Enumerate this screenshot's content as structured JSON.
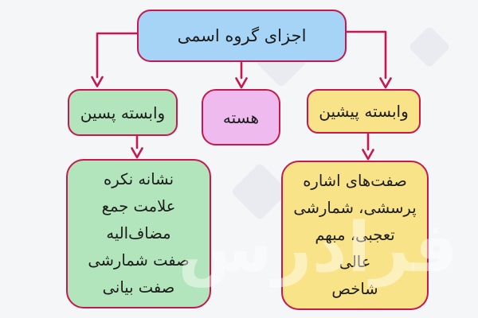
{
  "page": {
    "background_color": "#f5f6f8",
    "border_accent_color": "#c8174e",
    "text_color": "#1c1c1c"
  },
  "watermark": {
    "text": "فرادرس"
  },
  "diagram": {
    "type": "flowchart",
    "direction": "top-down",
    "language": "fa",
    "nodes": [
      {
        "id": "root",
        "label": "اجزای گروه اسمی",
        "fill": "#a5d4f7"
      },
      {
        "id": "postposed",
        "label": "وابسته پسین",
        "fill": "#b2e5bb"
      },
      {
        "id": "head",
        "label": "هسته",
        "fill": "#efbbef"
      },
      {
        "id": "preposed",
        "label": "وابسته پیشین",
        "fill": "#f9e388"
      },
      {
        "id": "postposed-items",
        "fill": "#b2e5bb",
        "lines": [
          "نشانه نکره",
          "علامت جمع",
          "مضاف‌الیه",
          "صفت شمارشی",
          "صفت بیانی"
        ]
      },
      {
        "id": "preposed-items",
        "fill": "#f9e388",
        "lines": [
          "صفت‌های اشاره",
          "پرسشی، شمارشی",
          "تعجبی، مبهم",
          "عالی",
          "شاخص"
        ]
      }
    ],
    "edges": [
      {
        "from": "root",
        "to": "postposed"
      },
      {
        "from": "root",
        "to": "head"
      },
      {
        "from": "root",
        "to": "preposed"
      },
      {
        "from": "postposed",
        "to": "postposed-items"
      },
      {
        "from": "preposed",
        "to": "preposed-items"
      }
    ]
  }
}
